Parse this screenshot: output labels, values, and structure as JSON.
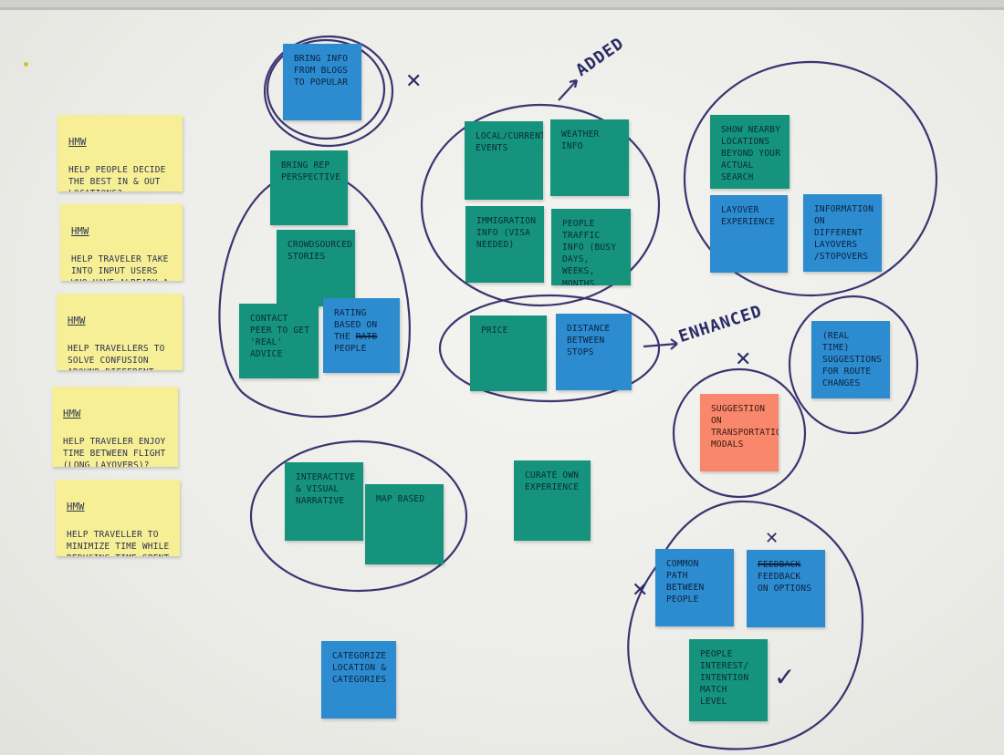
{
  "hmw_notes": [
    {
      "head": "HMW",
      "text": "Help people decide the best in & out locations?"
    },
    {
      "head": "HMW",
      "text": "Help traveler take into input users who have already a destination in mind?"
    },
    {
      "head": "HMW",
      "text": "Help travellers to solve confusion around different flight connections?"
    },
    {
      "head": "HMW",
      "text": "Help traveler enjoy time between flight (long layovers)?"
    },
    {
      "head": "HMW",
      "text": "Help traveller to minimize time while reducing time spent in transit?"
    }
  ],
  "notes": {
    "bring_info": "Bring info from blogs to popular",
    "bring_rep": "Bring rep perspective",
    "crowdsourced": "Crowdsourced stories",
    "contact_peer": "Contact peer to get 'real' advice",
    "rating_prefix": "Rating based on the",
    "rating_struck": "rate",
    "rating_suffix": "people",
    "local_events": "Local/current events",
    "weather": "Weather info",
    "immigration": "Immigration info (visa needed)",
    "people_traffic": "People traffic info (busy days, weeks, months, periods)",
    "show_nearby": "Show nearby locations beyond your actual search",
    "layover_exp": "Layover experience",
    "info_layovers": "Information on different layovers /stopovers",
    "price": "Price",
    "distance": "Distance between stops",
    "real_time": "(Real time) suggestions for route changes",
    "suggestion_transport": "Suggestion on transportation modals",
    "interactive": "Interactive & visual narrative",
    "map_based": "Map based",
    "curate": "Curate own experience",
    "common_path": "Common path between people",
    "feedback_struck": "feedback",
    "feedback": "Feedback on options",
    "people_interest": "People interest/ intention match level",
    "categorize": "Categorize location & categories"
  },
  "annotations": {
    "added": "ADDED",
    "enhanced": "ENHANCED",
    "x_mark": "✕",
    "check_mark": "✓"
  },
  "colors": {
    "yellow": "#f6ef96",
    "teal": "#15937d",
    "blue": "#2c8ccf",
    "salmon": "#f8876c",
    "ink": "#3a3570"
  }
}
